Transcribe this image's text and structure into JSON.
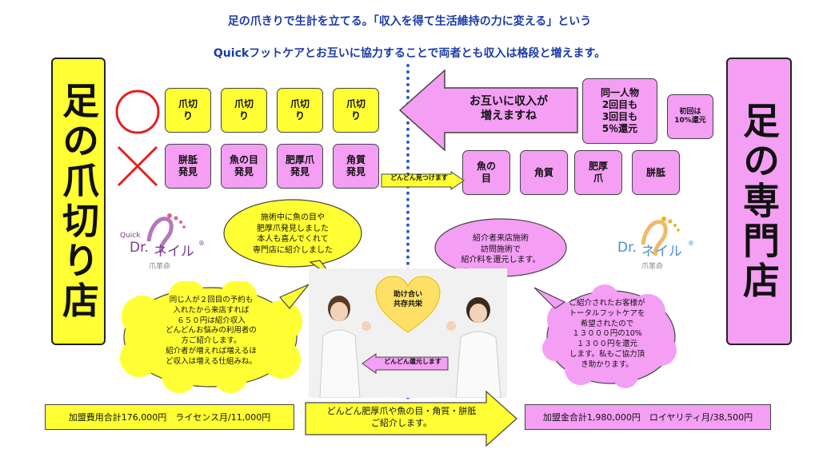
{
  "header": {
    "line1": "足の爪きりで生計を立てる。「収入を得て生活維持の力に変える」という",
    "line2": "Quickフットケアとお互いに協力することで両者とも収入は格段と増えます。"
  },
  "left_shop": {
    "title": "足の爪切り店"
  },
  "right_shop": {
    "title": "足の専門店"
  },
  "left_grid": {
    "top_row": [
      "爪切\nり",
      "爪切\nり",
      "爪切\nり",
      "爪切\nり"
    ],
    "bottom_row": [
      "胼胝\n発見",
      "魚の目\n発見",
      "肥厚爪\n発見",
      "角質\n発見"
    ]
  },
  "big_arrow": {
    "text": "お互いに収入が\n増えますね"
  },
  "right_grid": {
    "repeat_box": "同一人物\n2回目も\n3回目も\n5％還元",
    "first_box": "初回は\n10%還元",
    "found": [
      "魚の\n目",
      "角質",
      "肥厚\n爪",
      "胼胝"
    ]
  },
  "arrow_find": {
    "text": "どんどん見つけます"
  },
  "arrow_return": {
    "text": "どんどん還元します"
  },
  "heart": {
    "text": "助け合い\n共存共栄"
  },
  "bubbles": {
    "left_top": "施術中に魚の目や\n肥厚爪発見しました\n本人も喜んでくれて\n専門店に紹介しました",
    "left_bottom": "同じ人が２回目の予約も\n入れたから来店すれば\n６５０円は紹介収入\nどんどんお悩みの利用者の\n方ご紹介します。\n紹介者が増えれば増えるほ\nど収入は増える仕組みね。",
    "right_top": "紹介者来店施術\n訪問施術で\n紹介料を還元します。",
    "right_bottom": "ご紹介されたお客様が\nトータルフットケアを\n希望されたので\n１３０００円の10%\n１３００円を還元\nします。私もご協力頂\nき助かります。"
  },
  "logos": {
    "left": {
      "prefix": "Quick",
      "brand_a": "Dr.",
      "brand_b": "ネイル",
      "sub": "爪革命",
      "mark": "®"
    },
    "right": {
      "brand_a": "Dr.",
      "brand_b": "ネイル",
      "sub": "爪革命",
      "mark": "®"
    }
  },
  "bottom": {
    "left": "加盟費用合計176,000円　ライセンス月/11,000円",
    "center": "どんどん肥厚爪や魚の目・角質・胼胝\nご紹介します。",
    "right": "加盟金合計1,980,000円　ロイヤリティ月/38,500円"
  },
  "colors": {
    "yellow": "#ffff33",
    "pink": "#f49ef4",
    "header_blue": "#1b3aa8",
    "dotted_blue": "#2a5ac8"
  }
}
